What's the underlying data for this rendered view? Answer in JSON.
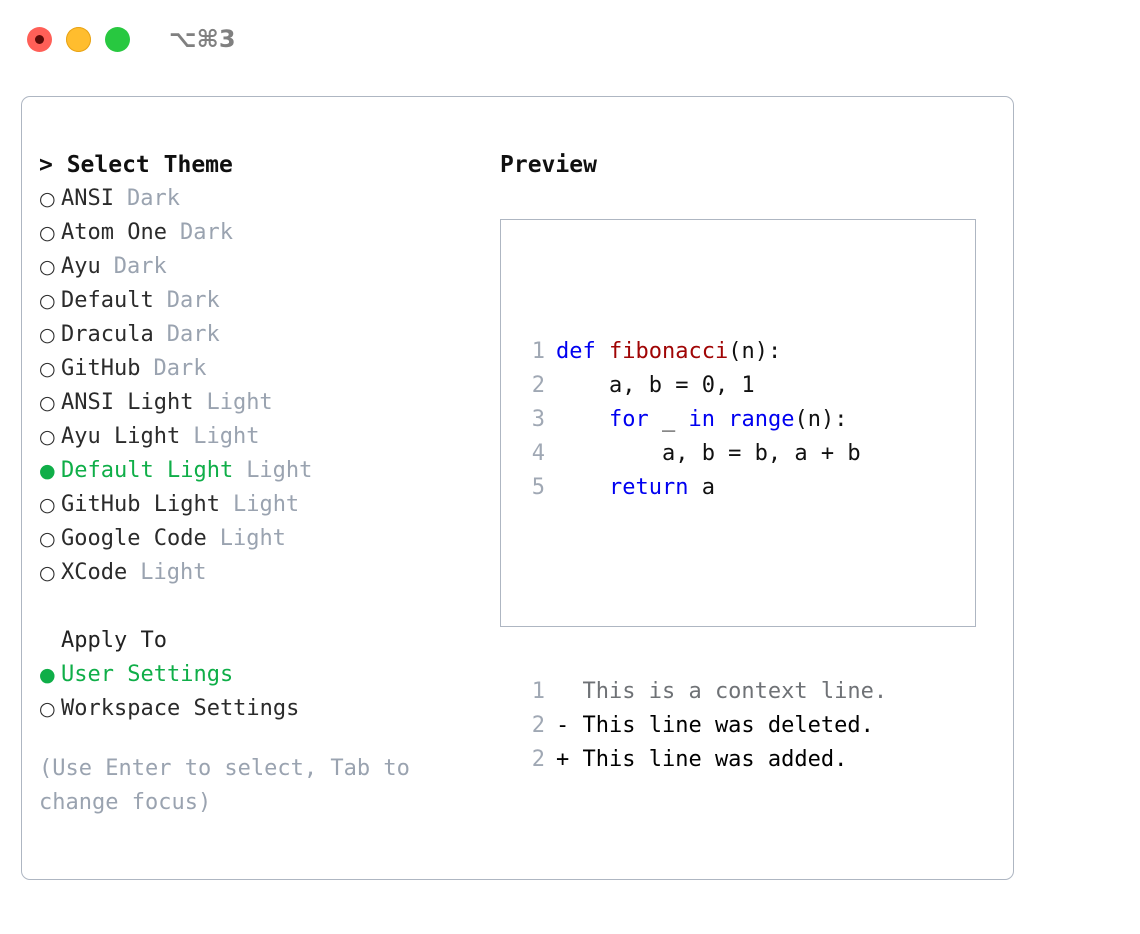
{
  "titlebar": {
    "shortcut": "⌥⌘3",
    "buttons": [
      "close",
      "minimize",
      "maximize"
    ]
  },
  "left": {
    "header": "> Select Theme",
    "themes": [
      {
        "radio": "○",
        "name": "ANSI",
        "category": "Dark",
        "selected": false
      },
      {
        "radio": "○",
        "name": "Atom One",
        "category": "Dark",
        "selected": false
      },
      {
        "radio": "○",
        "name": "Ayu",
        "category": "Dark",
        "selected": false
      },
      {
        "radio": "○",
        "name": "Default",
        "category": "Dark",
        "selected": false
      },
      {
        "radio": "○",
        "name": "Dracula",
        "category": "Dark",
        "selected": false
      },
      {
        "radio": "○",
        "name": "GitHub",
        "category": "Dark",
        "selected": false
      },
      {
        "radio": "○",
        "name": "ANSI Light",
        "category": "Light",
        "selected": false
      },
      {
        "radio": "○",
        "name": "Ayu Light",
        "category": "Light",
        "selected": false
      },
      {
        "radio": "●",
        "name": "Default Light",
        "category": "Light",
        "selected": true
      },
      {
        "radio": "○",
        "name": "GitHub Light",
        "category": "Light",
        "selected": false
      },
      {
        "radio": "○",
        "name": "Google Code",
        "category": "Light",
        "selected": false
      },
      {
        "radio": "○",
        "name": "XCode",
        "category": "Light",
        "selected": false
      }
    ],
    "apply_to_label": "Apply To",
    "apply_to": [
      {
        "radio": "●",
        "name": "User Settings",
        "selected": true
      },
      {
        "radio": "○",
        "name": "Workspace Settings",
        "selected": false
      }
    ],
    "hint": "(Use Enter to select, Tab to change focus)"
  },
  "right": {
    "title": "Preview",
    "code": [
      {
        "ln": "1",
        "tokens": [
          {
            "t": "def",
            "c": "kw"
          },
          {
            "t": " ",
            "c": "plain"
          },
          {
            "t": "fibonacci",
            "c": "fn"
          },
          {
            "t": "(n):",
            "c": "plain"
          }
        ]
      },
      {
        "ln": "2",
        "tokens": [
          {
            "t": "    a, b = 0, 1",
            "c": "plain"
          }
        ]
      },
      {
        "ln": "3",
        "tokens": [
          {
            "t": "    ",
            "c": "plain"
          },
          {
            "t": "for",
            "c": "kw"
          },
          {
            "t": " _ ",
            "c": "plain"
          },
          {
            "t": "in",
            "c": "kw"
          },
          {
            "t": " ",
            "c": "plain"
          },
          {
            "t": "range",
            "c": "kw"
          },
          {
            "t": "(n):",
            "c": "plain"
          }
        ]
      },
      {
        "ln": "4",
        "tokens": [
          {
            "t": "        a, b = b, a + b",
            "c": "plain"
          }
        ]
      },
      {
        "ln": "5",
        "tokens": [
          {
            "t": "    ",
            "c": "plain"
          },
          {
            "t": "return",
            "c": "kw"
          },
          {
            "t": " a",
            "c": "plain"
          }
        ]
      }
    ],
    "diff": [
      {
        "ln": "1",
        "marker": " ",
        "text": "  This is a context line.",
        "kind": "context"
      },
      {
        "ln": "2",
        "marker": "-",
        "text": "- This line was deleted.",
        "kind": "deleted"
      },
      {
        "ln": "2",
        "marker": "+",
        "text": "+ This line was added.",
        "kind": "added"
      }
    ]
  },
  "colors": {
    "accent_green": "#0fae48",
    "muted": "#9aa3b0",
    "border": "#aeb6c2",
    "keyword": "#0000f0",
    "function": "#a00505",
    "diff_deleted": "#bb1111",
    "diff_added": "#11bb22",
    "diff_context": "#6f7276",
    "line_number": "#a0a8b4",
    "traffic_red": "#ff5f57",
    "traffic_yellow": "#ffbd2e",
    "traffic_green": "#28c840"
  }
}
